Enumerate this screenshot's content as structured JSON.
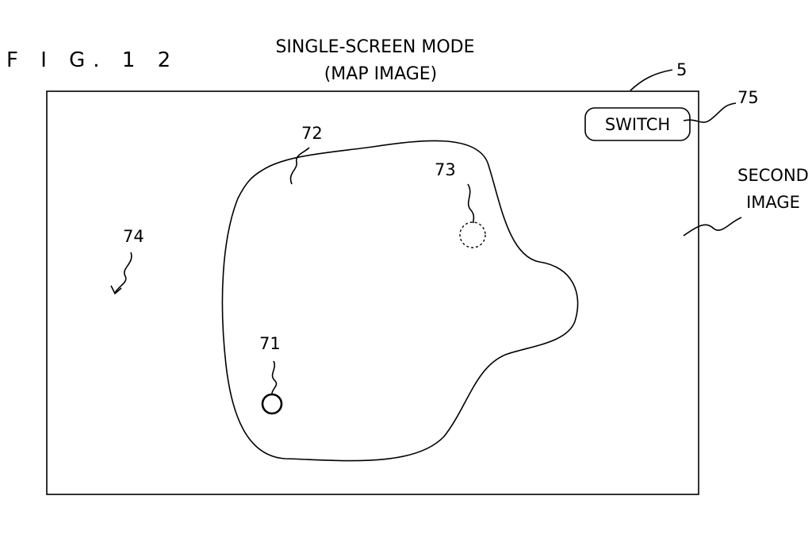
{
  "figure": {
    "label": "F I G. 1 2",
    "title_line1": "SINGLE-SCREEN MODE",
    "title_line2": "(MAP IMAGE)"
  },
  "screen": {
    "ref": "5"
  },
  "switch_button": {
    "label": "SWITCH",
    "ref": "75"
  },
  "map_region": {
    "ref": "72"
  },
  "dashed_marker": {
    "ref": "73"
  },
  "background_area": {
    "ref": "74"
  },
  "position_marker": {
    "ref": "71"
  },
  "second_image": {
    "line1": "SECOND",
    "line2": "IMAGE"
  }
}
